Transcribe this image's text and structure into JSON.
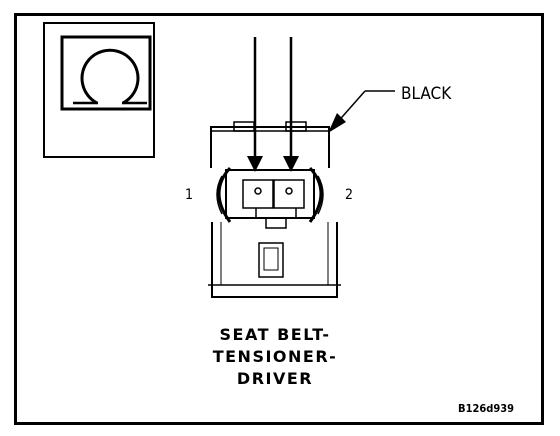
{
  "colors": {
    "ink": "#000000",
    "paper": "#ffffff"
  },
  "callout": {
    "label": "BLACK"
  },
  "pins": {
    "left": "1",
    "right": "2"
  },
  "title": {
    "line1": "SEAT BELT-",
    "line2": "TENSIONER-",
    "line3": "DRIVER"
  },
  "figure_code": "B126d939"
}
